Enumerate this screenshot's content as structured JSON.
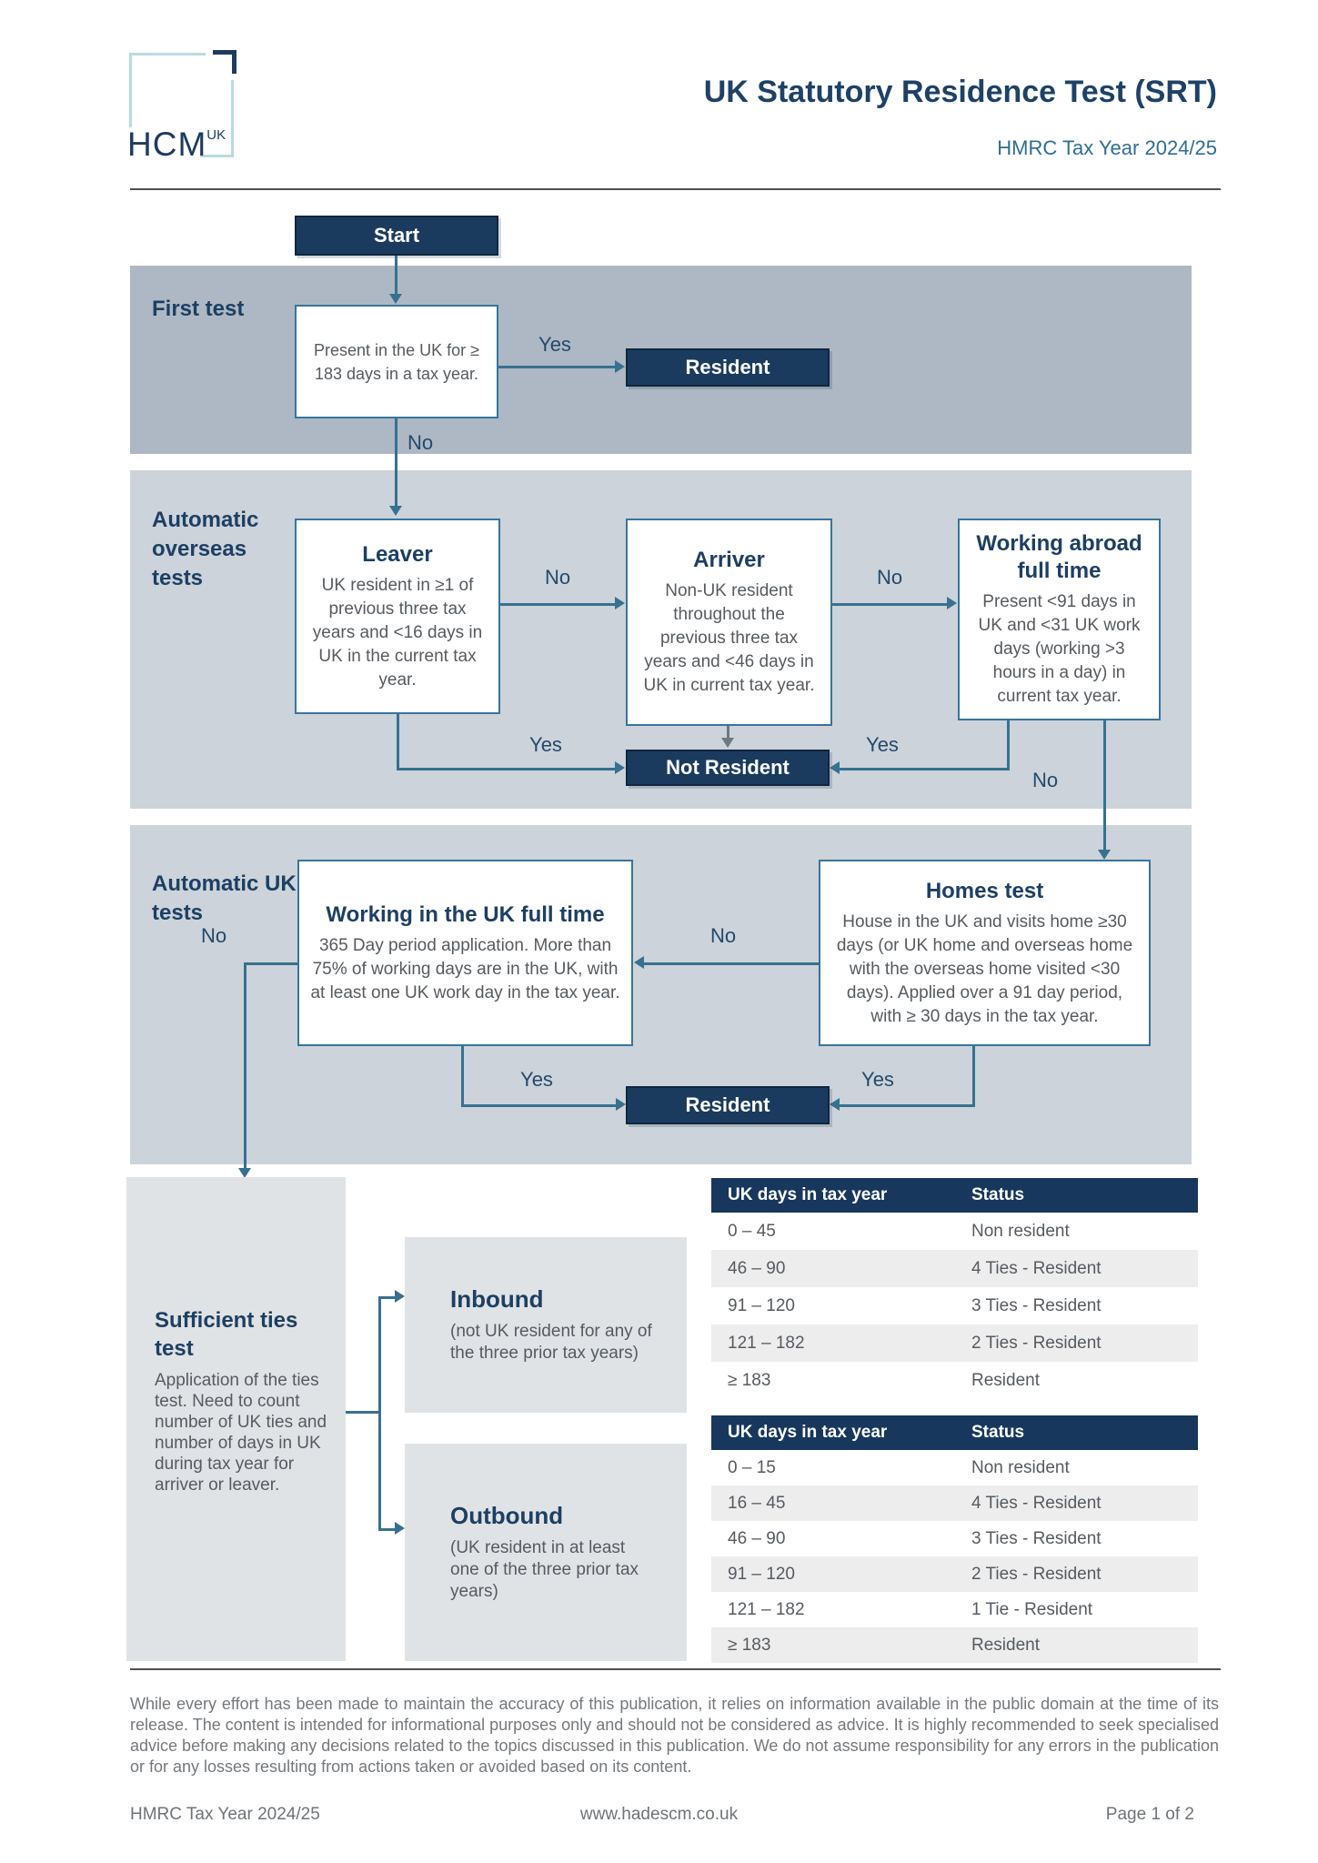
{
  "header": {
    "logo_text": "HCM",
    "logo_superscript": "UK",
    "title": "UK Statutory Residence Test (SRT)",
    "subtitle": "HMRC Tax Year 2024/25"
  },
  "labels": {
    "start": "Start",
    "resident": "Resident",
    "not_resident": "Not Resident",
    "yes": "Yes",
    "no": "No"
  },
  "sections": {
    "first_test": "First test",
    "overseas": "Automatic overseas tests",
    "uk": "Automatic UK tests"
  },
  "boxes": {
    "first_test": "Present in the UK for ≥ 183 days in a tax year.",
    "leaver": {
      "title": "Leaver",
      "body": "UK resident in ≥1 of previous three tax years and <16 days in UK in the current tax year."
    },
    "arriver": {
      "title": "Arriver",
      "body": "Non-UK resident throughout the previous three tax years and <46 days in UK in current tax year."
    },
    "working_abroad": {
      "title": "Working abroad full time",
      "body": "Present <91 days in UK and <31 UK work days (working >3 hours in a day) in current tax year."
    },
    "working_uk": {
      "title": "Working in the UK full time",
      "body": "365 Day period application. More than 75% of working days are in the UK, with at least one UK work day in the tax year."
    },
    "homes": {
      "title": "Homes test",
      "body": "House in the UK and visits home ≥30 days (or UK home and overseas home with the overseas home visited <30 days). Applied over a 91 day period, with ≥ 30 days in the tax year."
    }
  },
  "ties": {
    "title": "Sufficient ties test",
    "body": "Application of the ties test. Need to count number of UK ties and number of days in UK during tax year for arriver or leaver.",
    "inbound": {
      "title": "Inbound",
      "note": "(not UK resident for any of the three prior tax years)"
    },
    "outbound": {
      "title": "Outbound",
      "note": "(UK resident in at least one of the three prior tax years)"
    }
  },
  "tables": {
    "headers": [
      "UK days in tax year",
      "Status"
    ],
    "inbound_rows": [
      [
        "0 – 45",
        "Non resident"
      ],
      [
        "46 – 90",
        "4 Ties - Resident"
      ],
      [
        "91 – 120",
        "3 Ties - Resident"
      ],
      [
        "121 – 182",
        "2 Ties - Resident"
      ],
      [
        "≥ 183",
        "Resident"
      ]
    ],
    "outbound_rows": [
      [
        "0 – 15",
        "Non resident"
      ],
      [
        "16 – 45",
        "4 Ties - Resident"
      ],
      [
        "46 – 90",
        "3 Ties - Resident"
      ],
      [
        "91 – 120",
        "2 Ties - Resident"
      ],
      [
        "121 – 182",
        "1 Tie - Resident"
      ],
      [
        "≥ 183",
        "Resident"
      ]
    ]
  },
  "footer": {
    "disclaimer": "While every effort has been made to maintain the accuracy of this publication, it relies on information available in the public domain at the time of its release. The content is intended for informational purposes only and should not be considered as advice. It is highly recommended to seek specialised advice before making any decisions related to the topics discussed in this publication. We do not assume responsibility for any errors in the publication or for any losses resulting from actions taken or avoided based on its content.",
    "tax_year": "HMRC Tax Year 2024/25",
    "website": "www.hadescm.co.uk",
    "page": "Page 1 of 2"
  },
  "colors": {
    "navy": "#1b3b5e",
    "table_header_navy": "#17375d",
    "steel_blue": "#37718f",
    "band_dark": "#adb8c4",
    "band_light": "#ccd3da",
    "panel_gray": "#e0e3e6",
    "alt_row": "#ededee",
    "logo_light_blue": "#b9dbdf"
  }
}
